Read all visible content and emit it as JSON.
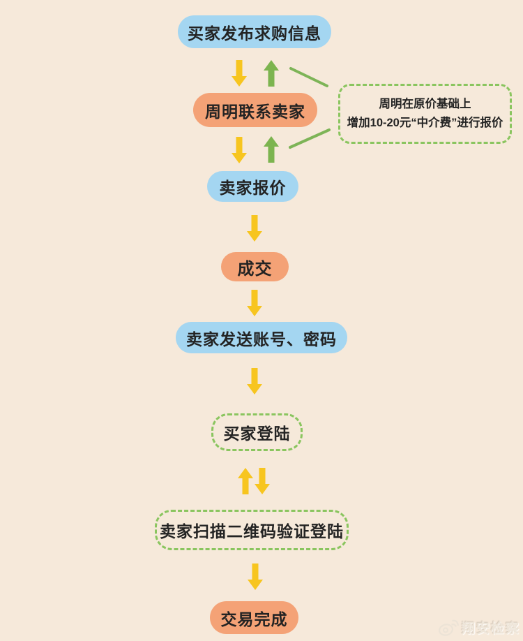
{
  "canvas": {
    "background": "#f6e9da"
  },
  "colors": {
    "node_blue": "#a4d6f1",
    "node_orange": "#f4a276",
    "arrow_yellow": "#f7c51f",
    "arrow_green": "#7cb44f",
    "dashed_green": "#8ac55f",
    "text": "#232323"
  },
  "flow": {
    "nodes": [
      {
        "id": "buyer-post",
        "label": "买家发布求购信息",
        "style": "blue"
      },
      {
        "id": "zhouming-contact",
        "label": "周明联系卖家",
        "style": "orange"
      },
      {
        "id": "seller-quote",
        "label": "卖家报价",
        "style": "blue"
      },
      {
        "id": "deal",
        "label": "成交",
        "style": "orange"
      },
      {
        "id": "seller-send-account",
        "label": "卖家发送账号、密码",
        "style": "blue"
      },
      {
        "id": "buyer-login",
        "label": "买家登陆",
        "style": "dashed"
      },
      {
        "id": "seller-scan-qr",
        "label": "卖家扫描二维码验证登陆",
        "style": "dashed"
      },
      {
        "id": "deal-complete",
        "label": "交易完成",
        "style": "orange"
      }
    ],
    "edges": [
      {
        "from": "buyer-post",
        "to": "zhouming-contact",
        "type": "bidirectional",
        "down_color": "yellow",
        "up_color": "green"
      },
      {
        "from": "zhouming-contact",
        "to": "seller-quote",
        "type": "bidirectional",
        "down_color": "yellow",
        "up_color": "green"
      },
      {
        "from": "seller-quote",
        "to": "deal",
        "type": "down",
        "color": "yellow"
      },
      {
        "from": "deal",
        "to": "seller-send-account",
        "type": "down",
        "color": "yellow"
      },
      {
        "from": "seller-send-account",
        "to": "buyer-login",
        "type": "down",
        "color": "yellow"
      },
      {
        "from": "buyer-login",
        "to": "seller-scan-qr",
        "type": "bidirectional",
        "down_color": "yellow",
        "up_color": "yellow"
      },
      {
        "from": "seller-scan-qr",
        "to": "deal-complete",
        "type": "down",
        "color": "yellow"
      }
    ],
    "callout": {
      "line1": "周明在原价基础上",
      "line2": "增加10-20元“中介费”进行报价",
      "connects_to": [
        "edge between buyer-post and zhouming-contact",
        "edge between zhouming-contact and seller-quote"
      ]
    }
  },
  "watermark": {
    "icon": "weibo-icon",
    "text": "翔安检察"
  }
}
